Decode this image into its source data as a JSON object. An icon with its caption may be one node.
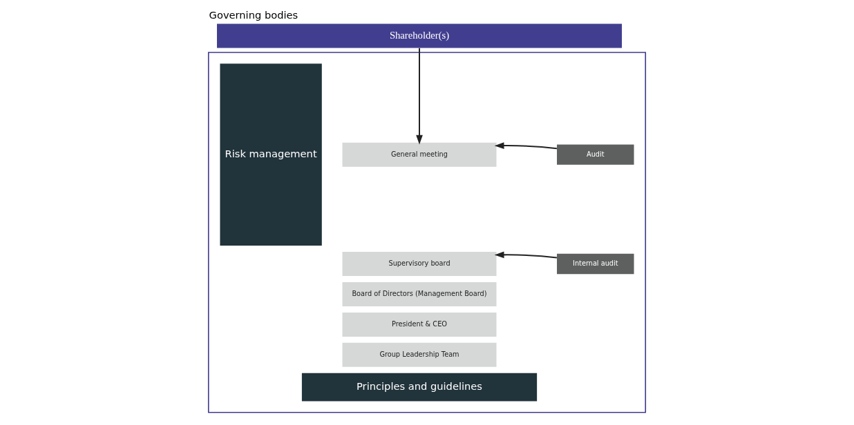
{
  "diagram": {
    "title": "Governing bodies",
    "nodes": [
      {
        "text": [
          "Shareholder(s)"
        ]
      },
      {
        "text": [],
        "shape": "box"
      },
      {
        "text": [
          "Risk management"
        ],
        "in": 1
      },
      {
        "text": [
          "General meeting"
        ],
        "in": 1
      },
      {
        "text": [
          "Supervisory board"
        ],
        "in": 1
      },
      {
        "text": [
          "Board of Directors (Management Board)"
        ],
        "in": 1
      },
      {
        "text": [
          "President & CEO"
        ],
        "in": 1
      },
      {
        "text": [
          "Group Leadership Team"
        ],
        "in": 1
      },
      {
        "text": [
          "Principles and guidelines"
        ],
        "in": 1
      },
      {
        "text": [
          "Audit"
        ],
        "in": 1
      },
      {
        "text": [
          "Internal audit"
        ],
        "in": 1
      }
    ],
    "edges": [
      {
        "from": 0,
        "to": 3,
        "arrow": "to"
      },
      {
        "from": 9,
        "to": 3,
        "arrow": "to"
      },
      {
        "from": 10,
        "to": 4,
        "arrow": "to"
      }
    ]
  }
}
